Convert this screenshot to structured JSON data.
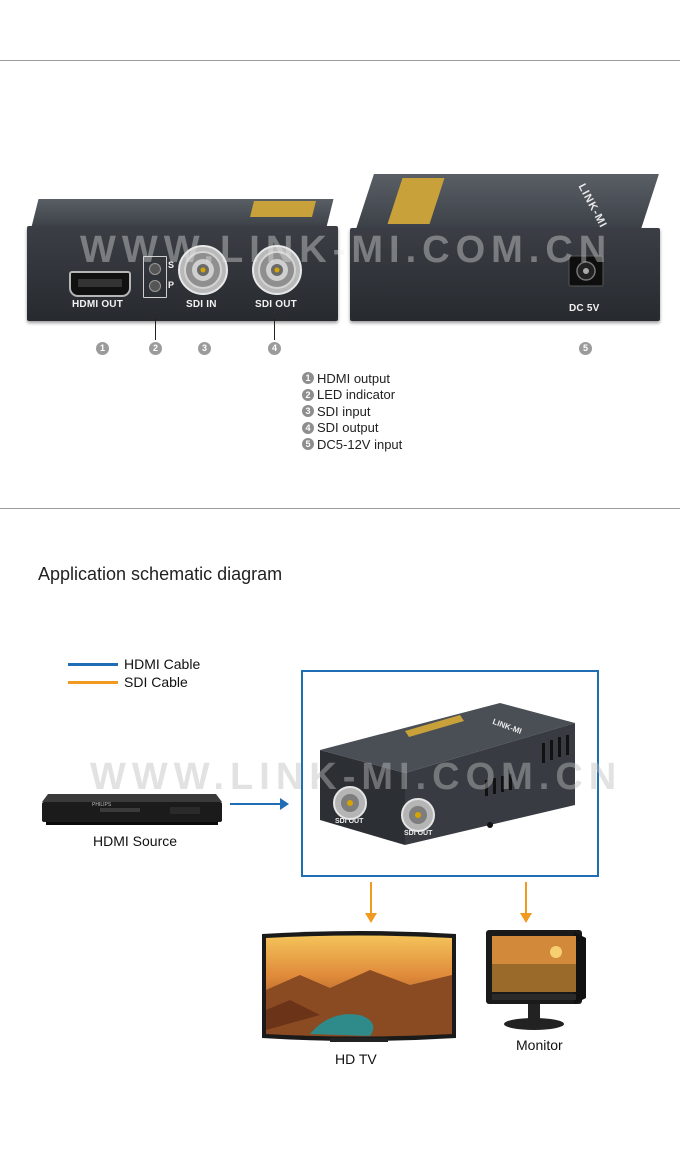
{
  "section1": {
    "front_panel": {
      "ports": [
        {
          "label": "HDMI OUT"
        },
        {
          "label": "SDI IN"
        },
        {
          "label": "SDI OUT"
        }
      ],
      "led_letters": [
        "S",
        "P"
      ]
    },
    "rear_panel": {
      "brand_text": "LINK-MI",
      "port": {
        "label": "DC 5V"
      }
    },
    "watermark": "WWW.LINK-MI.COM.CN",
    "callouts": [
      "1",
      "2",
      "3",
      "4",
      "5"
    ],
    "legend": [
      {
        "num": "1",
        "text": "HDMI output"
      },
      {
        "num": "2",
        "text": "LED indicator"
      },
      {
        "num": "3",
        "text": "SDI input"
      },
      {
        "num": "4",
        "text": "SDI output"
      },
      {
        "num": "5",
        "text": "DC5-12V input"
      }
    ]
  },
  "section2": {
    "title": "Application schematic diagram",
    "cable_legend": [
      {
        "label": "HDMI Cable",
        "color": "#1e6db5"
      },
      {
        "label": "SDI Cable",
        "color": "#f09a22"
      }
    ],
    "watermark": "WWW.LINK-MI.COM.CN",
    "source": {
      "caption": "HDMI Source",
      "brand": "PHILIPS"
    },
    "converter": {
      "port_labels": [
        "SDI OUT",
        "SDI OUT"
      ],
      "brand_text": "LINK-MI"
    },
    "outputs": [
      {
        "caption": "HD TV"
      },
      {
        "caption": "Monitor"
      }
    ]
  },
  "colors": {
    "hdmi": "#1e6db5",
    "sdi": "#f09a22",
    "device": "#2f3237"
  }
}
